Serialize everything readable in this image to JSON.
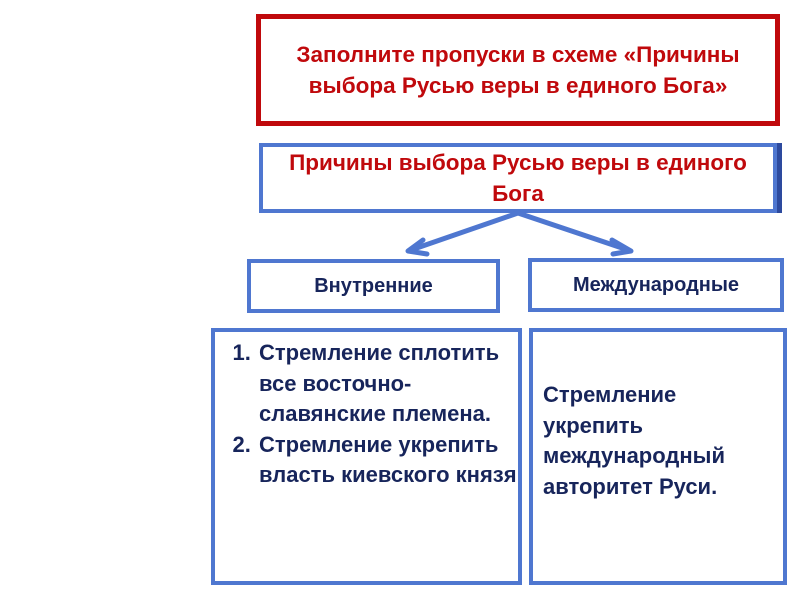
{
  "title": "Заполните пропуски в схеме «Причины выбора Русью веры в единого Бога»",
  "main": "Причины выбора Русью веры в единого Бога",
  "categories": {
    "internal": "Внутренние",
    "international": "Международные"
  },
  "internal_items": [
    "Стремление сплотить все восточно-славянские племена.",
    "Стремление укрепить власть киевского князя"
  ],
  "international_text": "Стремление укрепить международный авторитет Руси.",
  "colors": {
    "title_red": "#c0090c",
    "box_blue": "#4f77d0",
    "text_navy": "#17255b"
  }
}
